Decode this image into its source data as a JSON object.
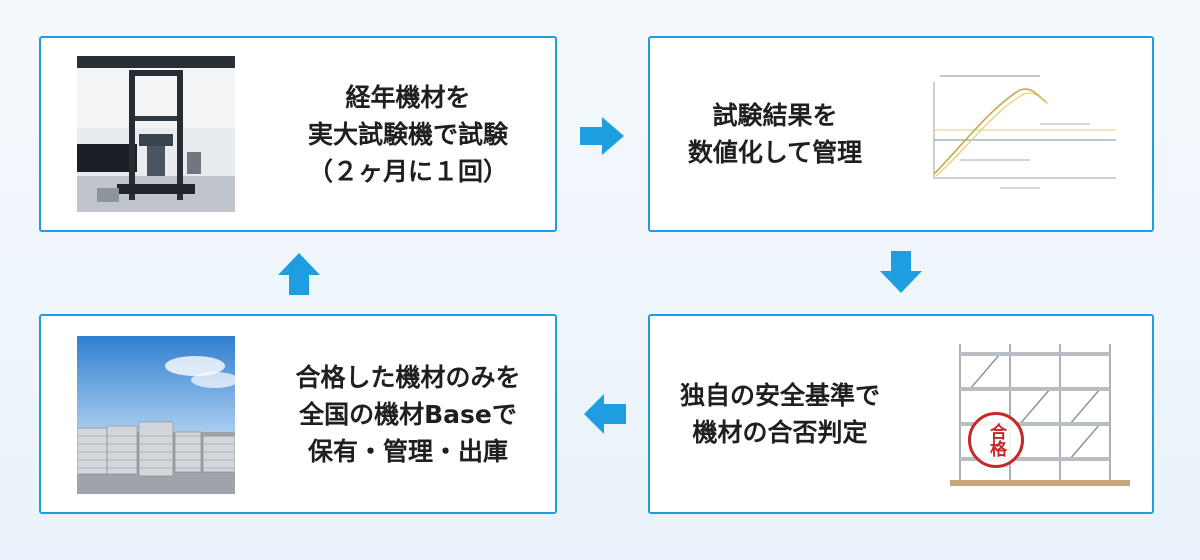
{
  "steps": [
    {
      "id": 1,
      "lines": [
        "経年機材を",
        "実大試験機で試験",
        "（２ヶ月に１回）"
      ],
      "image": "testing-machine-photo"
    },
    {
      "id": 2,
      "lines": [
        "試験結果を",
        "数値化して管理"
      ],
      "image": "load-test-chart"
    },
    {
      "id": 3,
      "lines": [
        "独自の安全基準で",
        "機材の合否判定"
      ],
      "image": "scaffold-with-pass-stamp",
      "stamp_text": "合格"
    },
    {
      "id": 4,
      "lines": [
        "合格した機材のみを",
        "全国の機材Baseで",
        "保有・管理・出庫"
      ],
      "image": "stacked-materials-photo"
    }
  ],
  "arrows": [
    "right",
    "down",
    "left",
    "up"
  ],
  "colors": {
    "accent": "#1e9ee0",
    "stamp": "#c62828"
  }
}
